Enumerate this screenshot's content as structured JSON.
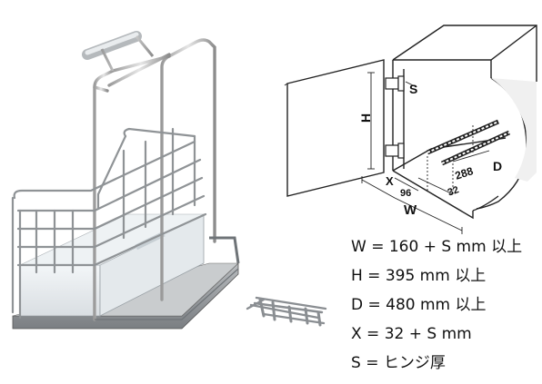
{
  "installation_diagram": {
    "dimension_labels": {
      "s": "S",
      "h": "H",
      "d": "D",
      "w": "W",
      "x": "X",
      "rail_length": "288",
      "width_offset": "96",
      "rail_offset": "32"
    }
  },
  "specifications": [
    {
      "text": "W = 160 + S mm 以上"
    },
    {
      "text": "H = 395 mm 以上"
    },
    {
      "text": "D = 480 mm 以上"
    },
    {
      "text": "X = 32 + S mm"
    },
    {
      "text": "S = ヒンジ厚"
    }
  ]
}
